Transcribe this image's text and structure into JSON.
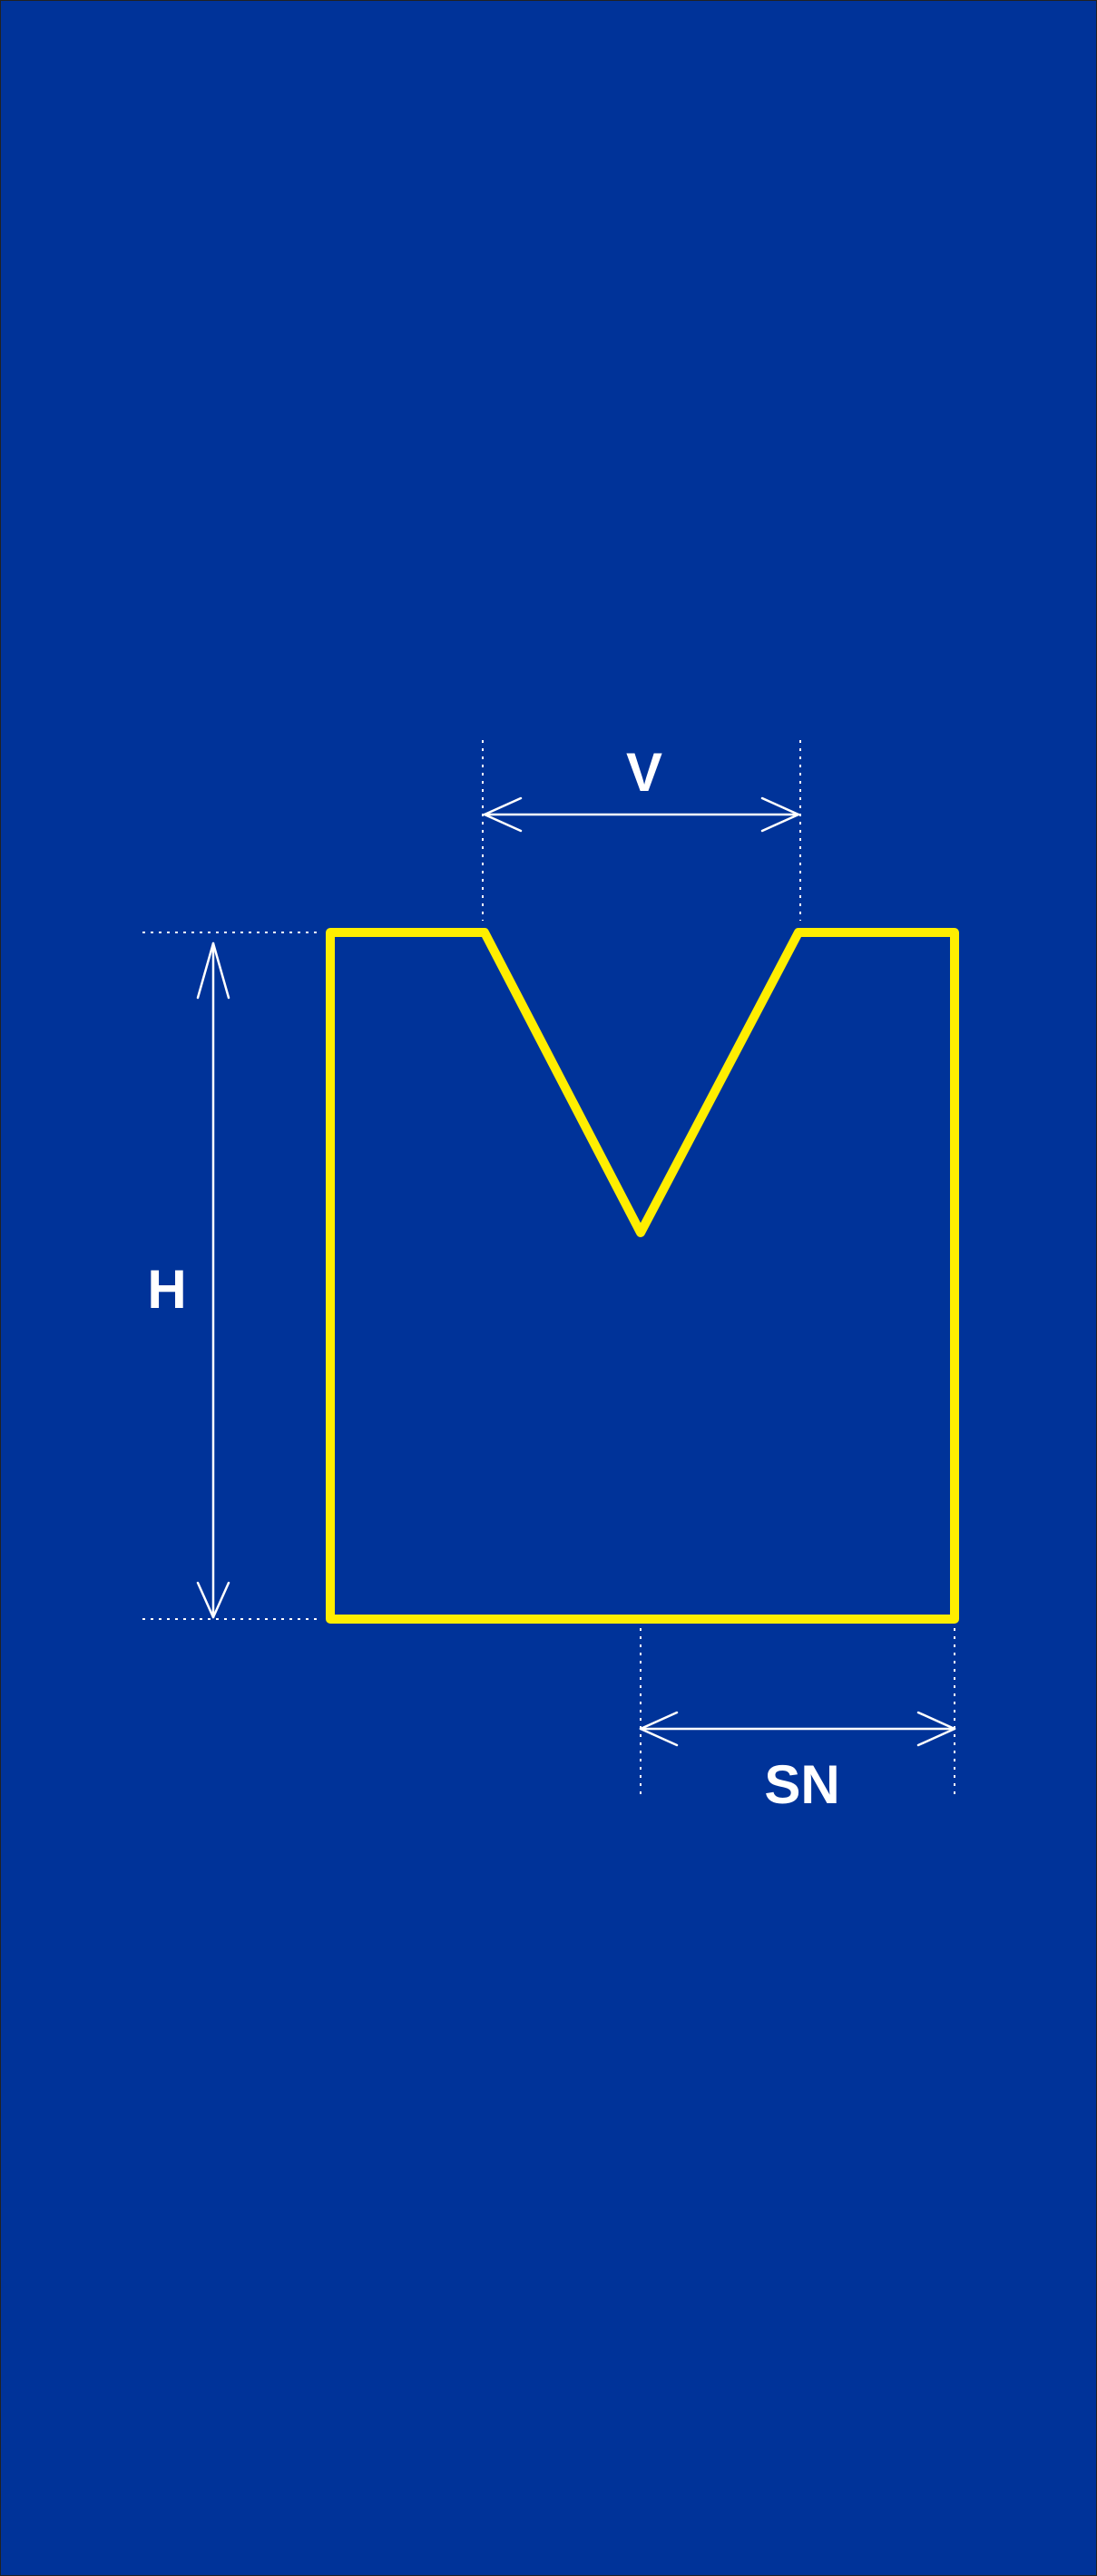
{
  "diagram": {
    "labels": {
      "v": "V",
      "h": "H",
      "sn": "SN"
    },
    "colors": {
      "background": "#003399",
      "outline": "#FFEE00",
      "dimension": "#FFFFFF",
      "border": "#222222"
    }
  }
}
